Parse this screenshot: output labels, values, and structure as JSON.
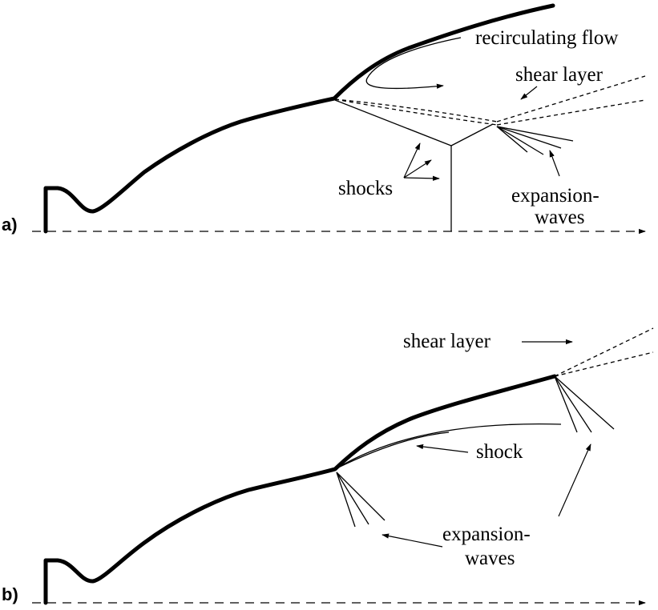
{
  "panel_a": {
    "panel_label": "a)",
    "labels": {
      "recirculating_flow": "recirculating flow",
      "shear_layer": "shear layer",
      "shocks": "shocks",
      "expansion_line1": "expansion-",
      "expansion_line2": "waves"
    }
  },
  "panel_b": {
    "panel_label": "b)",
    "labels": {
      "shear_layer": "shear layer",
      "shock": "shock",
      "expansion_line1": "expansion-",
      "expansion_line2": "waves"
    }
  }
}
